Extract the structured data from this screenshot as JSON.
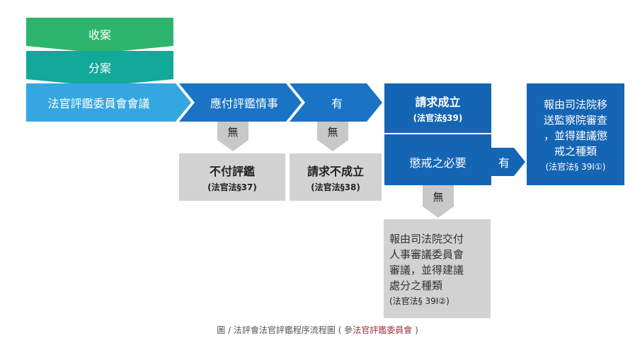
{
  "colors": {
    "green": "#2db56d",
    "teal": "#12a99a",
    "light_blue": "#35a7e0",
    "blue": "#1a73c4",
    "dark_blue": "#1565b5",
    "gray_arrow": "#c8c8c8",
    "gray_box": "#d2d2d2",
    "caption_highlight": "#a0303a"
  },
  "flow": {
    "receive": "收案",
    "assign": "分案",
    "committee": "法官評鑑委員會會議",
    "should_evaluate": "應付評鑑情事",
    "has_1": "有",
    "request_valid": "請求成立",
    "request_valid_ref": "(法官法§39)",
    "need_discipline": "懲戒之必要",
    "has_2": "有",
    "report_control_yuan": [
      "報由司法院移",
      "送監察院審查",
      "，並得建議懲",
      "戒之種類"
    ],
    "report_control_yuan_ref": "(法官法§ 39I①)"
  },
  "branches": {
    "none_1": "無",
    "no_evaluation": "不付評鑑",
    "no_evaluation_ref": "(法官法§37)",
    "none_2": "無",
    "request_invalid": "請求不成立",
    "request_invalid_ref": "(法官法§38)",
    "none_3": "無",
    "report_personnel": [
      "報由司法院交付",
      "人事審議委員會",
      "審議，並得建議",
      "處分之種類"
    ],
    "report_personnel_ref": "(法官法§ 39I②)"
  },
  "caption": {
    "prefix": "圖 / 法評會法官評鑑程序流程圖 ( 參",
    "highlight": "法官評鑑委員會",
    "suffix": " )"
  }
}
